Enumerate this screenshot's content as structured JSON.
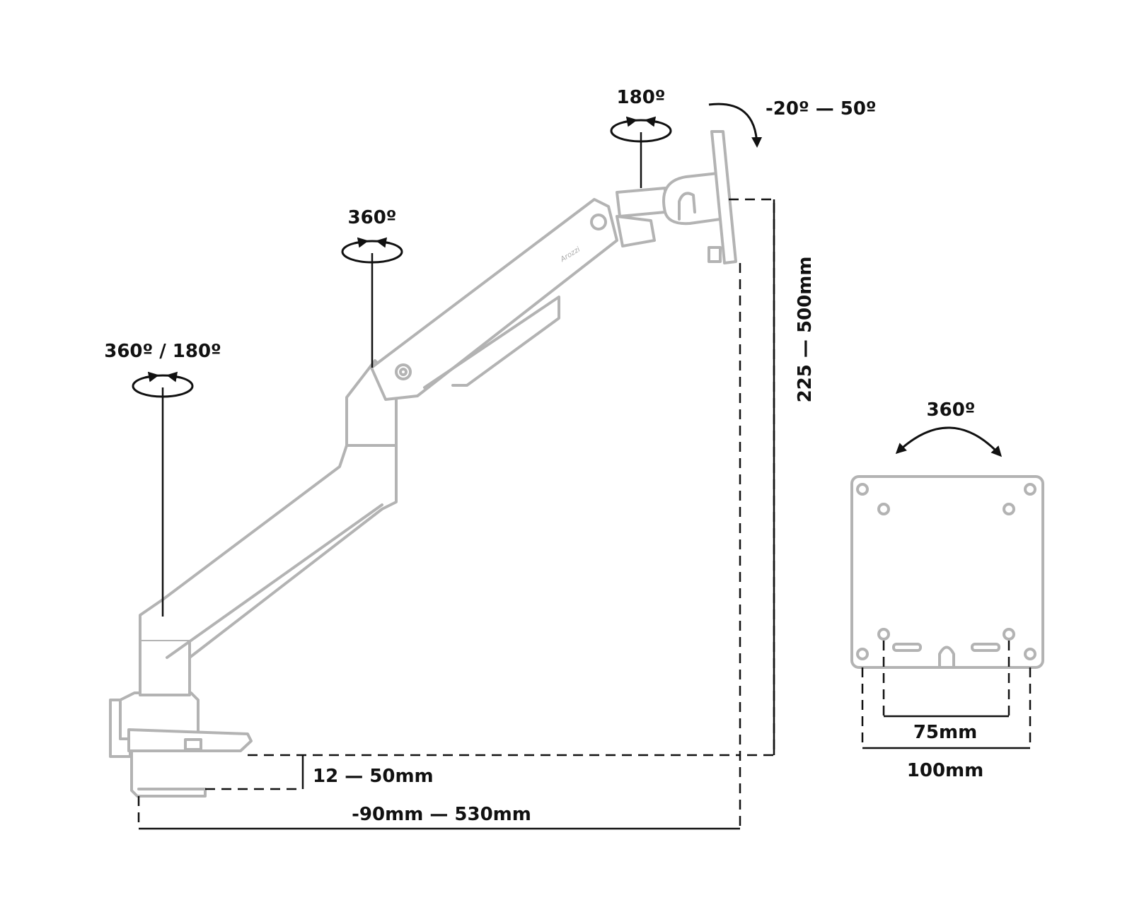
{
  "diagram": {
    "title": "Monitor arm adjustment ranges",
    "brand": "Arozzi",
    "colors": {
      "annotation": "#111111",
      "product_outline": "#b3b3b3",
      "background": "#ffffff"
    },
    "rotations": {
      "base_joint": "360º / 180º",
      "elbow_joint": "360º",
      "head_swivel": "180º",
      "tilt": "-20º — 50º",
      "vesa_rotation": "360º"
    },
    "dimensions": {
      "height_range": "225 — 500mm",
      "desk_thickness": "12 — 50mm",
      "reach_range": "-90mm — 530mm",
      "vesa_inner": "75mm",
      "vesa_outer": "100mm"
    }
  }
}
